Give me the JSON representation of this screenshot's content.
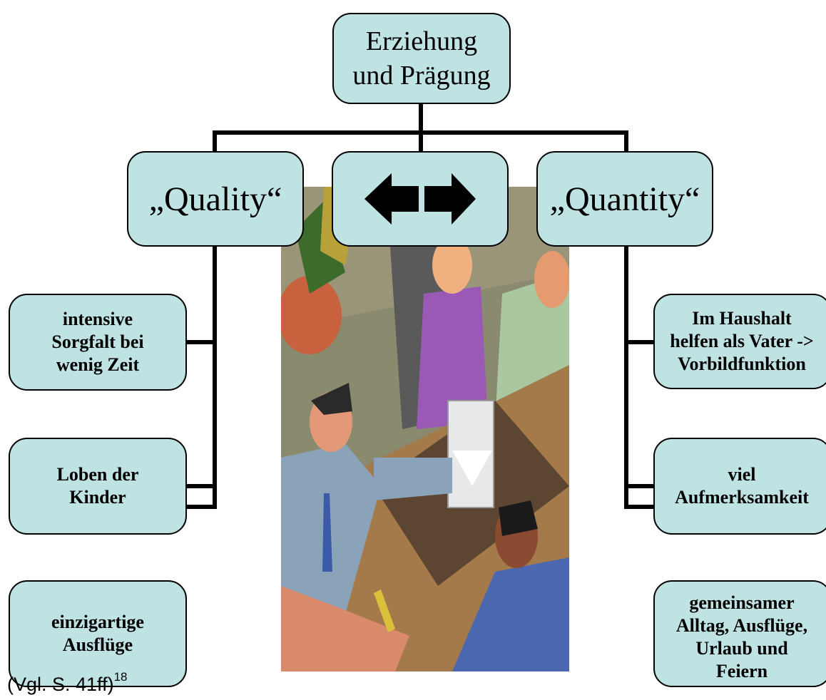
{
  "diagram": {
    "root": {
      "line1": "Erziehung",
      "line2": "und Prägung"
    },
    "quality": "„Quality“",
    "quantity": "„Quantity“",
    "center_icon": "left-right-arrows-icon",
    "quality_items": [
      {
        "lines": [
          "intensive",
          "Sorgfalt bei",
          "wenig Zeit"
        ]
      },
      {
        "lines": [
          "Loben der",
          "Kinder"
        ]
      },
      {
        "lines": [
          "einzigartige",
          "Ausflüge"
        ]
      }
    ],
    "quantity_items": [
      {
        "lines": [
          "Im Haushalt",
          "helfen als Vater ->",
          "Vorbildfunktion"
        ]
      },
      {
        "lines": [
          "viel",
          "Aufmerksamkeit"
        ]
      },
      {
        "lines": [
          "gemeinsamer",
          "Alltag, Ausflüge,",
          "Urlaub und",
          "Feiern"
        ]
      }
    ],
    "colors": {
      "box_fill": "#bfe3e3",
      "border": "#000000"
    }
  },
  "illustration": "business-meeting-clipart",
  "caption": {
    "text": "(Vgl. S. 41ff)",
    "footnote": "18"
  }
}
